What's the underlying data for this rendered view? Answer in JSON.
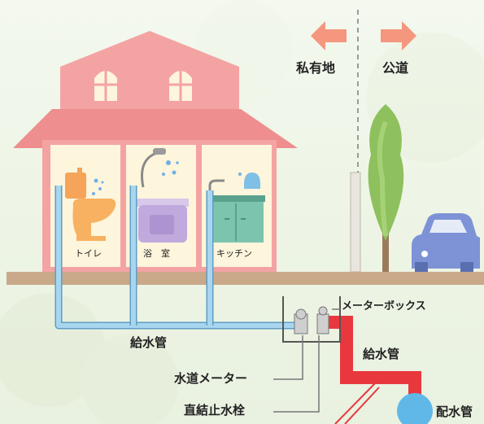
{
  "labels": {
    "private_land": "私有地",
    "public_road": "公道",
    "toilet": "トイレ",
    "bath": "浴　室",
    "kitchen": "キッチン",
    "meter_box": "メーターボックス",
    "supply_pipe_private": "給水管",
    "supply_pipe_public": "給水管",
    "water_meter": "水道メーター",
    "stop_valve": "直結止水栓",
    "distribution_main": "配水管"
  },
  "colors": {
    "house": "#f4a3a3",
    "house_dark": "#ee8e8e",
    "room": "#fdf5dc",
    "private_pipe": "#a8d6ef",
    "private_pipe_outline": "#5f9ec4",
    "public_pipe": "#e8383d",
    "arrow": "#f4977e",
    "ground": "#c9a98a",
    "tree": "#8ec15d",
    "car": "#7d93d6"
  }
}
